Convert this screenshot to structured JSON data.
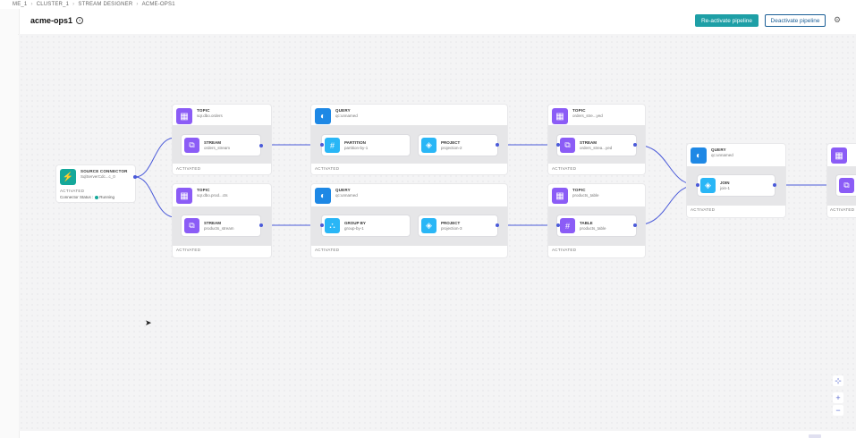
{
  "breadcrumb": [
    "ME_1",
    "CLUSTER_1",
    "STREAM DESIGNER",
    "ACME-OPS1"
  ],
  "pipeline": {
    "title": "acme-ops1"
  },
  "actions": {
    "reactivate": "Re-activate pipeline",
    "deactivate": "Deactivate pipeline"
  },
  "colors": {
    "accent": "#1e9fa6",
    "topic": "#8b5cf6",
    "query": "#1e88e5",
    "operator": "#29b6f6",
    "source": "#15a89a",
    "edge": "#4a5ad9"
  },
  "source": {
    "kind": "SOURCE CONNECTOR",
    "name": "SqlServerCdc...c_0",
    "status": "ACTIVATED",
    "connector_status_label": "Connector Status :",
    "connector_status": "Running"
  },
  "topic1": {
    "kind": "TOPIC",
    "name": "sqr.dbo.orders",
    "status": "ACTIVATED",
    "stream_kind": "STREAM",
    "stream_name": "orders_stream"
  },
  "topic2": {
    "kind": "TOPIC",
    "name": "sqr.dbo.prod...cts",
    "status": "ACTIVATED",
    "stream_kind": "STREAM",
    "stream_name": "products_stream"
  },
  "query1": {
    "kind": "QUERY",
    "name": "qc:unnamed",
    "status": "ACTIVATED",
    "op1_kind": "PARTITION",
    "op1_name": "partition-by-1",
    "op2_kind": "PROJECT",
    "op2_name": "projection-2"
  },
  "query2": {
    "kind": "QUERY",
    "name": "qc:unnamed",
    "status": "ACTIVATED",
    "op1_kind": "GROUP BY",
    "op1_name": "group-by-1",
    "op2_kind": "PROJECT",
    "op2_name": "projection-3"
  },
  "topic3": {
    "kind": "TOPIC",
    "name": "orders_stre...yed",
    "status": "ACTIVATED",
    "stream_kind": "STREAM",
    "stream_name": "orders_strea...yed"
  },
  "topic4": {
    "kind": "TOPIC",
    "name": "products_table",
    "status": "ACTIVATED",
    "table_kind": "TABLE",
    "table_name": "products_table"
  },
  "query3": {
    "kind": "QUERY",
    "name": "qc:unnamed",
    "status": "ACTIVATED",
    "op_kind": "JOIN",
    "op_name": "join-1"
  },
  "topic5": {
    "status": "ACTIVATED"
  },
  "zoom": {
    "fit": "⊹",
    "in": "+",
    "out": "−"
  }
}
